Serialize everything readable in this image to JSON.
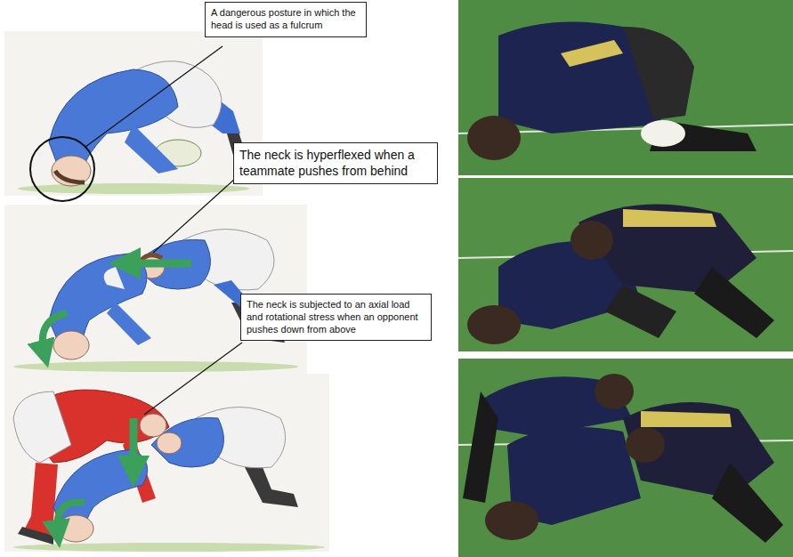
{
  "diagram": {
    "nodes": [
      {
        "text": [
          "A dangerous posture in which the head is used as a fulcrum"
        ]
      },
      {
        "text": [
          "The neck is hyperflexed when a teammate pushes from behind"
        ]
      },
      {
        "text": [
          "The neck is subjected to an axial load and rotational stress when an opponent pushes down from above"
        ]
      }
    ]
  }
}
